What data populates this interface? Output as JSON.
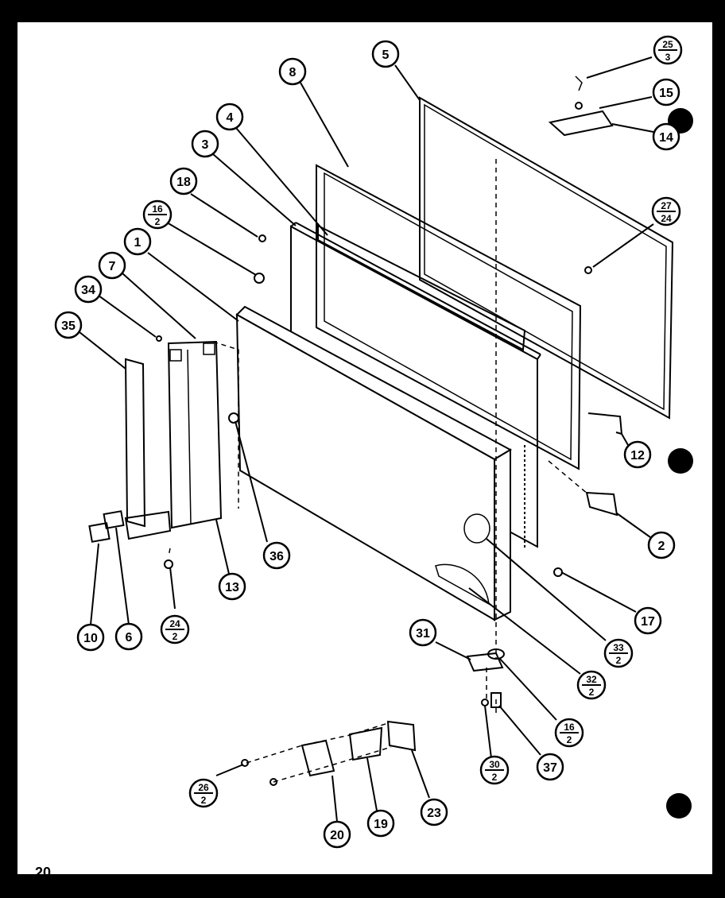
{
  "page": {
    "number": "20"
  },
  "callouts": [
    {
      "id": "c5",
      "top": "5"
    },
    {
      "id": "c8",
      "top": "8"
    },
    {
      "id": "c4",
      "top": "4"
    },
    {
      "id": "c3",
      "top": "3"
    },
    {
      "id": "c18",
      "top": "18"
    },
    {
      "id": "c16a",
      "top": "16",
      "bottom": "2"
    },
    {
      "id": "c1",
      "top": "1"
    },
    {
      "id": "c7",
      "top": "7"
    },
    {
      "id": "c34",
      "top": "34"
    },
    {
      "id": "c35",
      "top": "35"
    },
    {
      "id": "c25",
      "top": "25",
      "bottom": "3"
    },
    {
      "id": "c15",
      "top": "15"
    },
    {
      "id": "c14",
      "top": "14"
    },
    {
      "id": "c27",
      "top": "27",
      "bottom": "24"
    },
    {
      "id": "c12",
      "top": "12"
    },
    {
      "id": "c2",
      "top": "2"
    },
    {
      "id": "c17",
      "top": "17"
    },
    {
      "id": "c33",
      "top": "33",
      "bottom": "2"
    },
    {
      "id": "c32",
      "top": "32",
      "bottom": "2"
    },
    {
      "id": "c16b",
      "top": "16",
      "bottom": "2"
    },
    {
      "id": "c37",
      "top": "37"
    },
    {
      "id": "c30",
      "top": "30",
      "bottom": "2"
    },
    {
      "id": "c31",
      "top": "31"
    },
    {
      "id": "c36",
      "top": "36"
    },
    {
      "id": "c13",
      "top": "13"
    },
    {
      "id": "c24",
      "top": "24",
      "bottom": "2"
    },
    {
      "id": "c6",
      "top": "6"
    },
    {
      "id": "c10",
      "top": "10"
    },
    {
      "id": "c26",
      "top": "26",
      "bottom": "2"
    },
    {
      "id": "c20",
      "top": "20"
    },
    {
      "id": "c19",
      "top": "19"
    },
    {
      "id": "c23",
      "top": "23"
    }
  ]
}
